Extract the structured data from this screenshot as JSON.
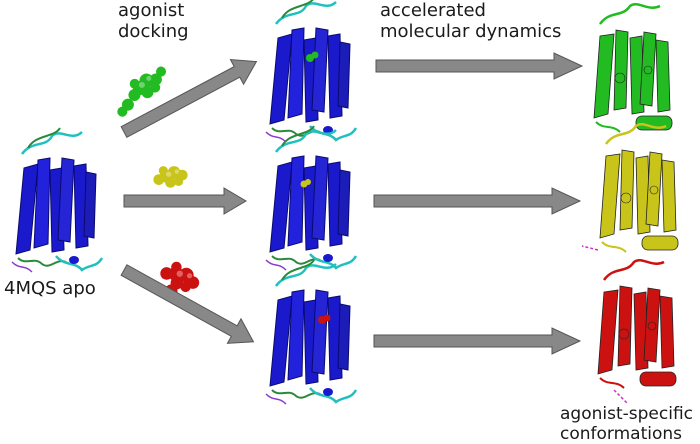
{
  "labels": {
    "docking_line1": "agonist",
    "docking_line2": "docking",
    "amd_line1": "accelerated",
    "amd_line2": "molecular dynamics",
    "apo": "4MQS apo",
    "specific_line1": "agonist-specific",
    "specific_line2": "conformations"
  },
  "colors": {
    "apo_protein": "#1a1acc",
    "apo_accent": "#20c0c0",
    "green_state": "#22bb22",
    "yellow_state": "#c8c41a",
    "red_state": "#cc1111",
    "arrow_fill": "#888888",
    "arrow_stroke": "#555555"
  },
  "pathways": [
    {
      "ligand": "green-agonist",
      "color_key": "green_state"
    },
    {
      "ligand": "yellow-agonist",
      "color_key": "yellow_state"
    },
    {
      "ligand": "red-agonist",
      "color_key": "red_state"
    }
  ]
}
